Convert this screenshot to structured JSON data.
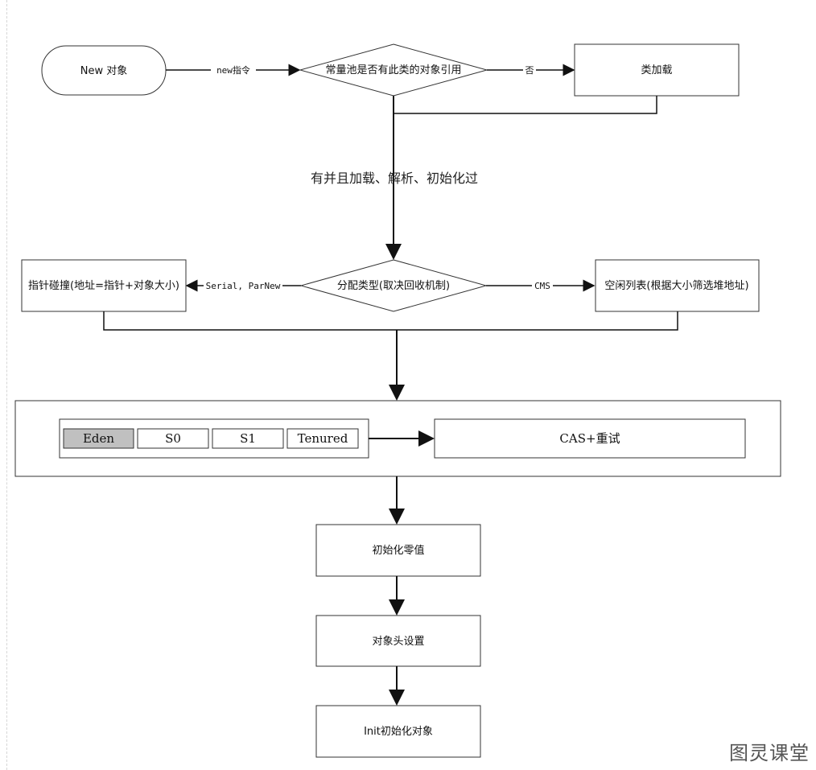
{
  "nodes": {
    "start": "New 对象",
    "const_pool_check": "常量池是否有此类的对象引用",
    "class_loading": "类加载",
    "alloc_type": "分配类型(取决回收机制)",
    "bump_pointer": "指针碰撞(地址=指针+对象大小)",
    "free_list": "空闲列表(根据大小筛选堆地址)",
    "cas_retry": "CAS+重试",
    "init_zero": "初始化零值",
    "header_setup": "对象头设置",
    "init_object": "Init初始化对象"
  },
  "edge_labels": {
    "new_instruction": "new指令",
    "no": "否",
    "loaded": "有并且加载、解析、初始化过",
    "serial_parnew": "Serial, ParNew",
    "cms": "CMS"
  },
  "memory_regions": [
    {
      "label": "Eden",
      "highlighted": true
    },
    {
      "label": "S0",
      "highlighted": false
    },
    {
      "label": "S1",
      "highlighted": false
    },
    {
      "label": "Tenured",
      "highlighted": false
    }
  ],
  "colors": {
    "line": "#111111",
    "eden_fill": "#c0c0c0"
  },
  "watermark": "图灵课堂"
}
